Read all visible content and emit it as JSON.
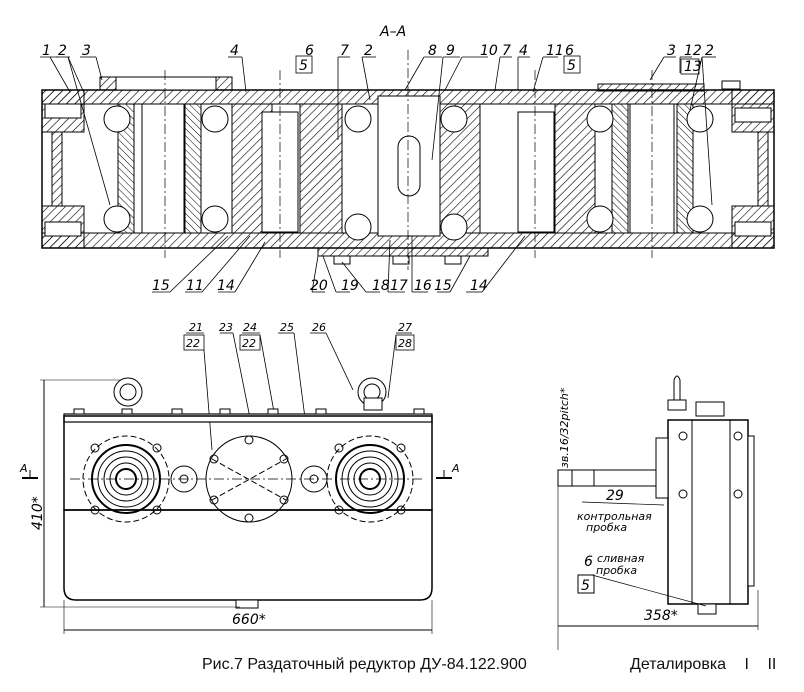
{
  "section_title": "А–А",
  "top_view_labels": {
    "top": [
      "1",
      "2",
      "3",
      "4",
      "6",
      "5",
      "7",
      "2",
      "8",
      "9",
      "10",
      "7",
      "4",
      "11",
      "6",
      "5",
      "3",
      "12",
      "13",
      "2"
    ],
    "bottom": [
      "15",
      "11",
      "14",
      "20",
      "19",
      "18",
      "17",
      "16",
      "15",
      "14"
    ]
  },
  "front_view_labels": [
    "21",
    "22",
    "23",
    "24",
    "22",
    "25",
    "26",
    "27",
    "28"
  ],
  "front_view": {
    "section_marker_left": "А",
    "section_marker_right": "А",
    "dim_height": "410*",
    "dim_width": "660*"
  },
  "side_view": {
    "thread_label": "зв.16/32pitch*",
    "part_29": "29",
    "plug_control": [
      "контрольная",
      "пробка"
    ],
    "part_6": "6",
    "part_5": "5",
    "plug_drain": [
      "сливная",
      "пробка"
    ],
    "dim_width": "358*"
  },
  "caption": "Рис.7 Раздаточный редуктор ДУ-84.122.900",
  "nav": {
    "label": "Деталировка",
    "page_1": "I",
    "page_2": "II"
  }
}
